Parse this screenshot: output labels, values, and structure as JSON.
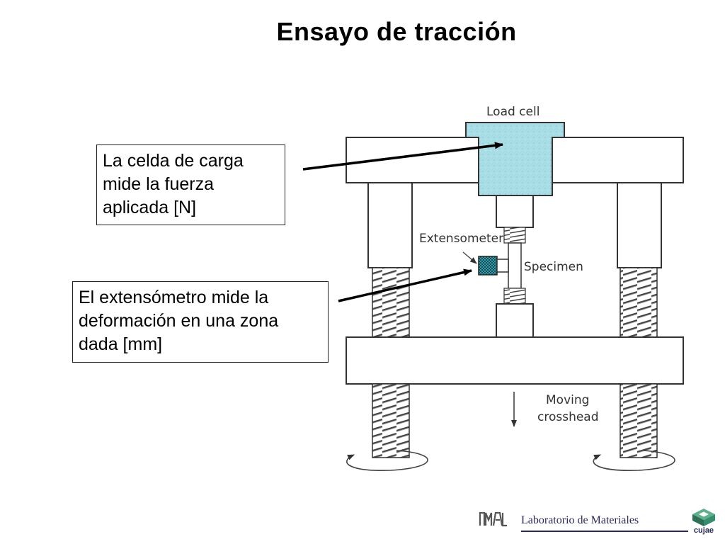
{
  "title": "Ensayo de tracción",
  "callouts": {
    "load_cell": {
      "lines": [
        "La celda de carga",
        "mide la fuerza",
        "aplicada  [N]"
      ]
    },
    "extensometer": {
      "lines": [
        "El extensómetro mide la",
        "deformación en una zona",
        "dada [mm]"
      ]
    }
  },
  "diagram_labels": {
    "load_cell": "Load cell",
    "extensometer": "Extensometer",
    "specimen": "Specimen",
    "moving_line1": "Moving",
    "moving_line2": "crosshead"
  },
  "footer": {
    "lab_name": "Laboratorio de Materiales",
    "logo_text": "cujae"
  },
  "colors": {
    "load_cell_fill": "#a8dde6",
    "extensometer_fill": "#3d9aa6",
    "frame_stroke": "#333333",
    "footer_text": "#2b2b55",
    "cujae_logo": "#3a8c6e"
  }
}
